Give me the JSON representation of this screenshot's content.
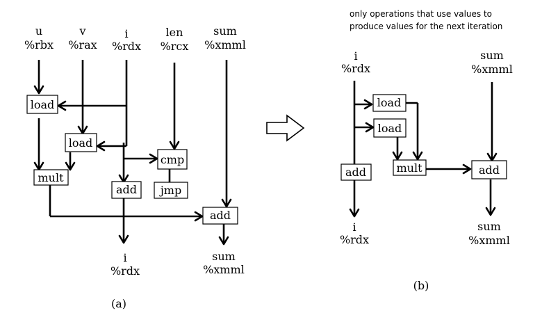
{
  "panel_a": {
    "caption": "(a)",
    "inputs": [
      {
        "name": "u",
        "reg": "%rbx"
      },
      {
        "name": "v",
        "reg": "%rax"
      },
      {
        "name": "i",
        "reg": "%rdx"
      },
      {
        "name": "len",
        "reg": "%rcx"
      },
      {
        "name": "sum",
        "reg": "%xmml"
      }
    ],
    "ops": {
      "load1": "load",
      "load2": "load",
      "cmp": "cmp",
      "mult": "mult",
      "add_i": "add",
      "jmp": "jmp",
      "add_sum": "add"
    },
    "outputs": [
      {
        "name": "i",
        "reg": "%rdx"
      },
      {
        "name": "sum",
        "reg": "%xmml"
      }
    ]
  },
  "panel_b": {
    "caption": "(b)",
    "note_line1": "only operations that use values to",
    "note_line2": "produce values for the next iteration",
    "inputs": [
      {
        "name": "i",
        "reg": "%rdx"
      },
      {
        "name": "sum",
        "reg": "%xmml"
      }
    ],
    "ops": {
      "load1": "load",
      "load2": "load",
      "add_i": "add",
      "mult": "mult",
      "add_sum": "add"
    },
    "outputs": [
      {
        "name": "i",
        "reg": "%rdx"
      },
      {
        "name": "sum",
        "reg": "%xmml"
      }
    ]
  }
}
